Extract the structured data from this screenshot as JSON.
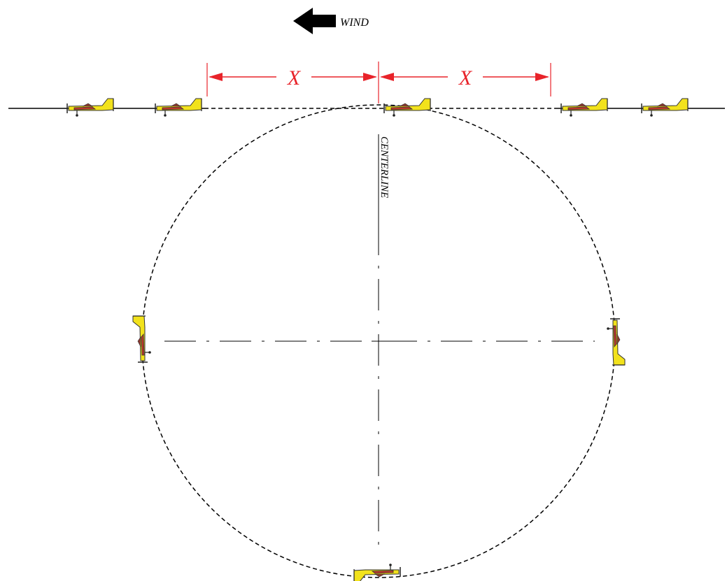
{
  "wind": {
    "label": "WIND",
    "icon": "arrow-left-icon",
    "direction": "left"
  },
  "dimensions": [
    {
      "label": "X"
    },
    {
      "label": "X"
    }
  ],
  "centerline": {
    "label": "CENTERLINE"
  },
  "colors": {
    "line": "#000000",
    "dimension": "#e8232a",
    "aircraft_body": "#f2e21c",
    "aircraft_trim": "#c0392b",
    "aircraft_outline": "#333333"
  },
  "aircraft": [
    {
      "id": "plane-line-1"
    },
    {
      "id": "plane-line-2"
    },
    {
      "id": "plane-top-center"
    },
    {
      "id": "plane-line-4"
    },
    {
      "id": "plane-line-5"
    },
    {
      "id": "plane-left"
    },
    {
      "id": "plane-right"
    },
    {
      "id": "plane-bottom"
    }
  ]
}
